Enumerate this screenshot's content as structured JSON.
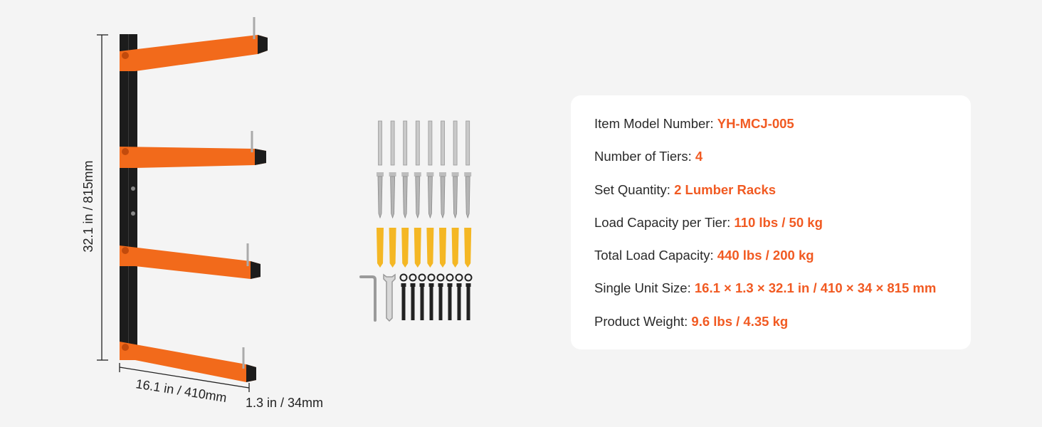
{
  "colors": {
    "accent": "#f15a22",
    "frame": "#1c1c1c",
    "arm": "#f26a1b",
    "anchor": "#f4b724",
    "card_bg": "#ffffff",
    "page_bg": "#f4f4f4"
  },
  "dimensions": {
    "height": "32.1 in / 815mm",
    "depth": "16.1 in / 410mm",
    "width": "1.3 in / 34mm"
  },
  "hardware": {
    "long_bolts": 8,
    "lag_screws": 8,
    "wall_anchors": 8,
    "black_bolts": 8,
    "tools": [
      "hex-key",
      "wrench"
    ]
  },
  "specs": [
    {
      "label": "Item Model Number: ",
      "value": "YH-MCJ-005"
    },
    {
      "label": "Number of Tiers: ",
      "value": "4"
    },
    {
      "label": "Set Quantity: ",
      "value": "2 Lumber Racks"
    },
    {
      "label": "Load Capacity per Tier: ",
      "value": "110 lbs / 50 kg"
    },
    {
      "label": "Total Load Capacity: ",
      "value": "440 lbs / 200 kg"
    },
    {
      "label": "Single Unit Size: ",
      "value": "16.1 × 1.3 × 32.1 in / 410 × 34 × 815 mm"
    },
    {
      "label": "Product Weight: ",
      "value": "9.6 lbs / 4.35 kg"
    }
  ]
}
